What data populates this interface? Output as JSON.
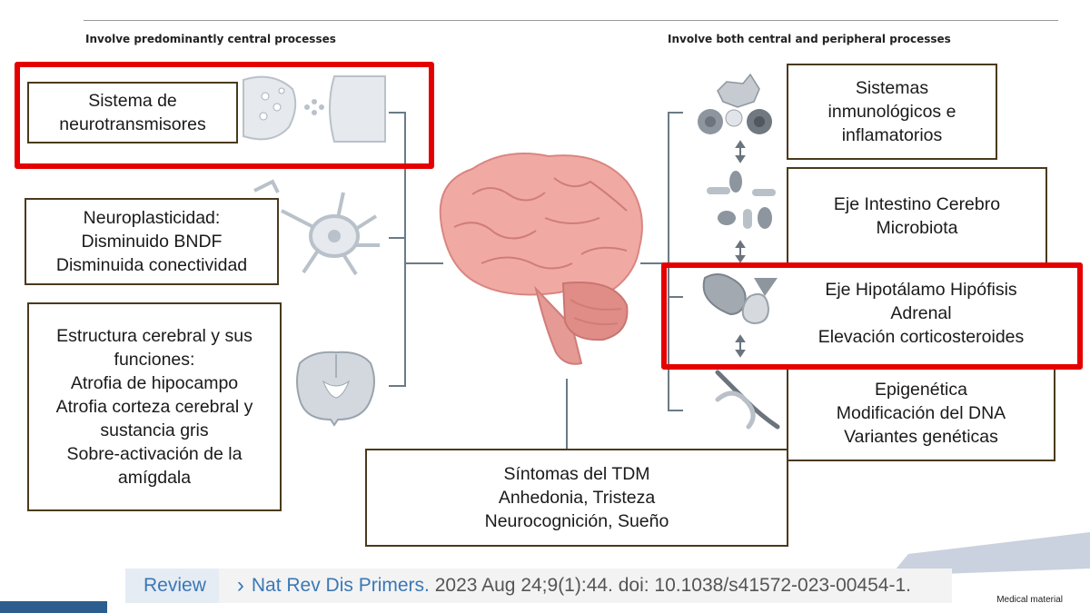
{
  "headers": {
    "left": "Involve predominantly central processes",
    "right": "Involve both central and peripheral processes"
  },
  "left_boxes": {
    "neurotransmitters": [
      "Sistema de",
      "neurotransmisores"
    ],
    "neuroplasticity": [
      "Neuroplasticidad:",
      "Disminuido BNDF",
      "Disminuida conectividad"
    ],
    "structure": [
      "Estructura cerebral y sus",
      "funciones:",
      "Atrofia de hipocampo",
      "Atrofia corteza cerebral y",
      "sustancia gris",
      "Sobre-activación de la",
      "amígdala"
    ]
  },
  "right_boxes": {
    "immune": [
      "Sistemas",
      "inmunológicos e",
      "inflamatorios"
    ],
    "gut": [
      "Eje Intestino Cerebro",
      "Microbiota"
    ],
    "hpa": [
      "Eje Hipotálamo Hipófisis",
      "Adrenal",
      "Elevación corticosteroides"
    ],
    "epigenetics": [
      "Epigenética",
      "Modificación del DNA",
      "Variantes genéticas"
    ]
  },
  "bottom_box": [
    "Síntomas del TDM",
    "Anhedonia, Tristeza",
    "Neurocognición, Sueño"
  ],
  "citation": {
    "badge": "Review",
    "chevron": "›",
    "journal": "Nat Rev Dis Primers.",
    "rest": " 2023 Aug 24;9(1):44. doi: 10.1038/s41572-023-00454-1."
  },
  "footer": "Medical material",
  "colors": {
    "highlight": "#e50000",
    "box_border": "#4a3a1c",
    "brain": "#f1a9a4",
    "link": "#3a78b5",
    "footer_band": "#1f4e79"
  },
  "icons": [
    "synapse-icon",
    "neuron-icon",
    "brain-section-icon",
    "brain-icon",
    "immune-cells-icon",
    "bacteria-icon",
    "pituitary-icon",
    "dna-icon"
  ]
}
